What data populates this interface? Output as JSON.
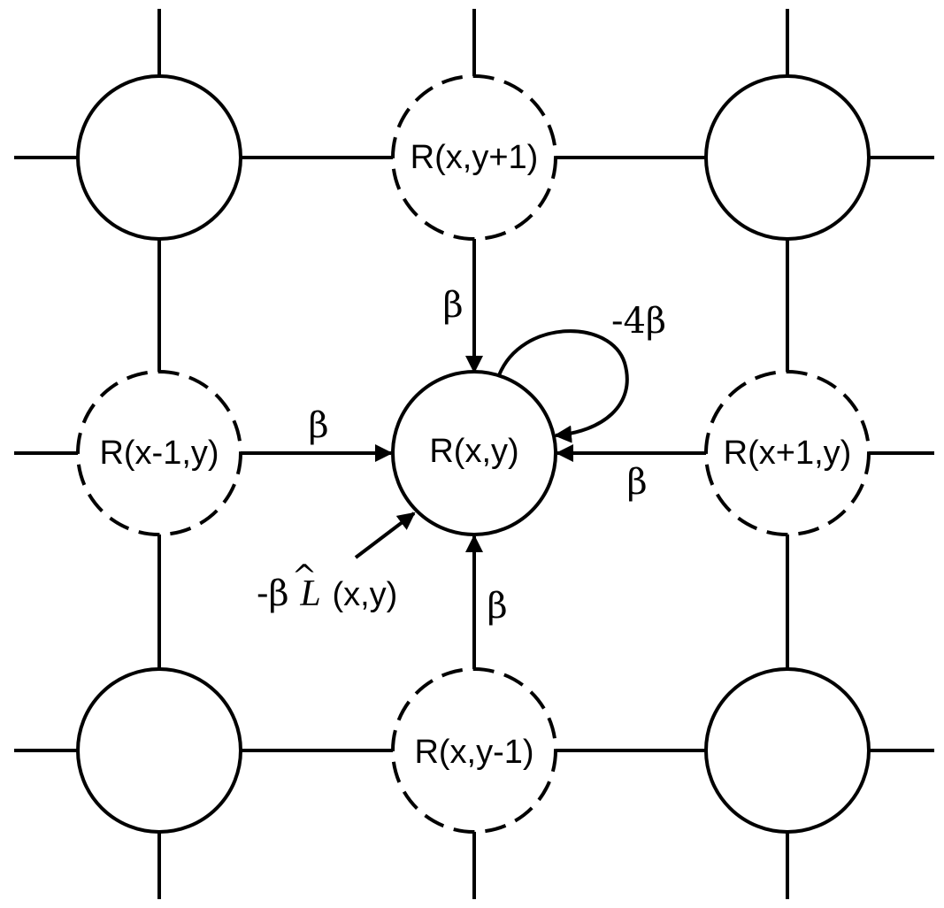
{
  "nodes": {
    "center": "R(x,y)",
    "top": "R(x,y+1)",
    "bottom": "R(x,y-1)",
    "left": "R(x-1,y)",
    "right": "R(x+1,y)"
  },
  "edges": {
    "top_to_center": "β",
    "left_to_center": "β",
    "right_to_center": "β",
    "bottom_to_center": "β",
    "self_loop": "-4β",
    "external_input": {
      "prefix": "-β",
      "symbol": "L",
      "hat": "^",
      "suffix": "(x,y)"
    }
  }
}
